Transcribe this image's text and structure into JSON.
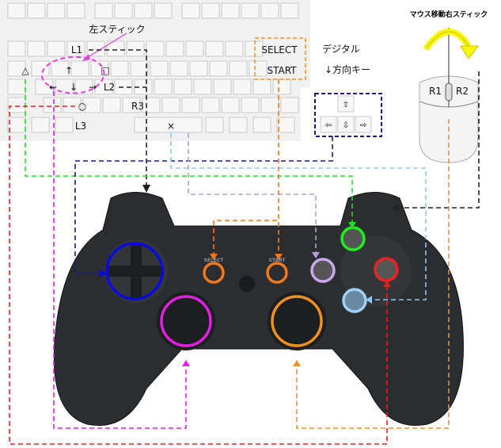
{
  "keyboard": {
    "left_stick_label": "左スティック",
    "keys": {
      "l1": "L1",
      "triangle": "△",
      "up": "↑",
      "square": "□",
      "left": "←",
      "down": "↓",
      "right": "→",
      "l2": "L2",
      "circle": "○",
      "r3": "R3",
      "l3": "L3",
      "cross": "×",
      "select": "SELECT",
      "start": "START"
    },
    "digital_label_1": "デジタル",
    "digital_label_2": "↓方向キー"
  },
  "mouse": {
    "title": "マウス移動右スティック",
    "r1": "R1",
    "r2": "R2"
  },
  "controller": {
    "select": "SELECT",
    "start": "START"
  },
  "colors": {
    "l1_l2_r": "#222222",
    "triangle": "#22dd22",
    "dpad": "#1a1a8c",
    "cross": "#8fc8f0",
    "square": "#b99be0",
    "select_start": "#f07820",
    "circle": "#dd2222",
    "left_stick": "#e020e0",
    "right_stick": "#f09020"
  }
}
